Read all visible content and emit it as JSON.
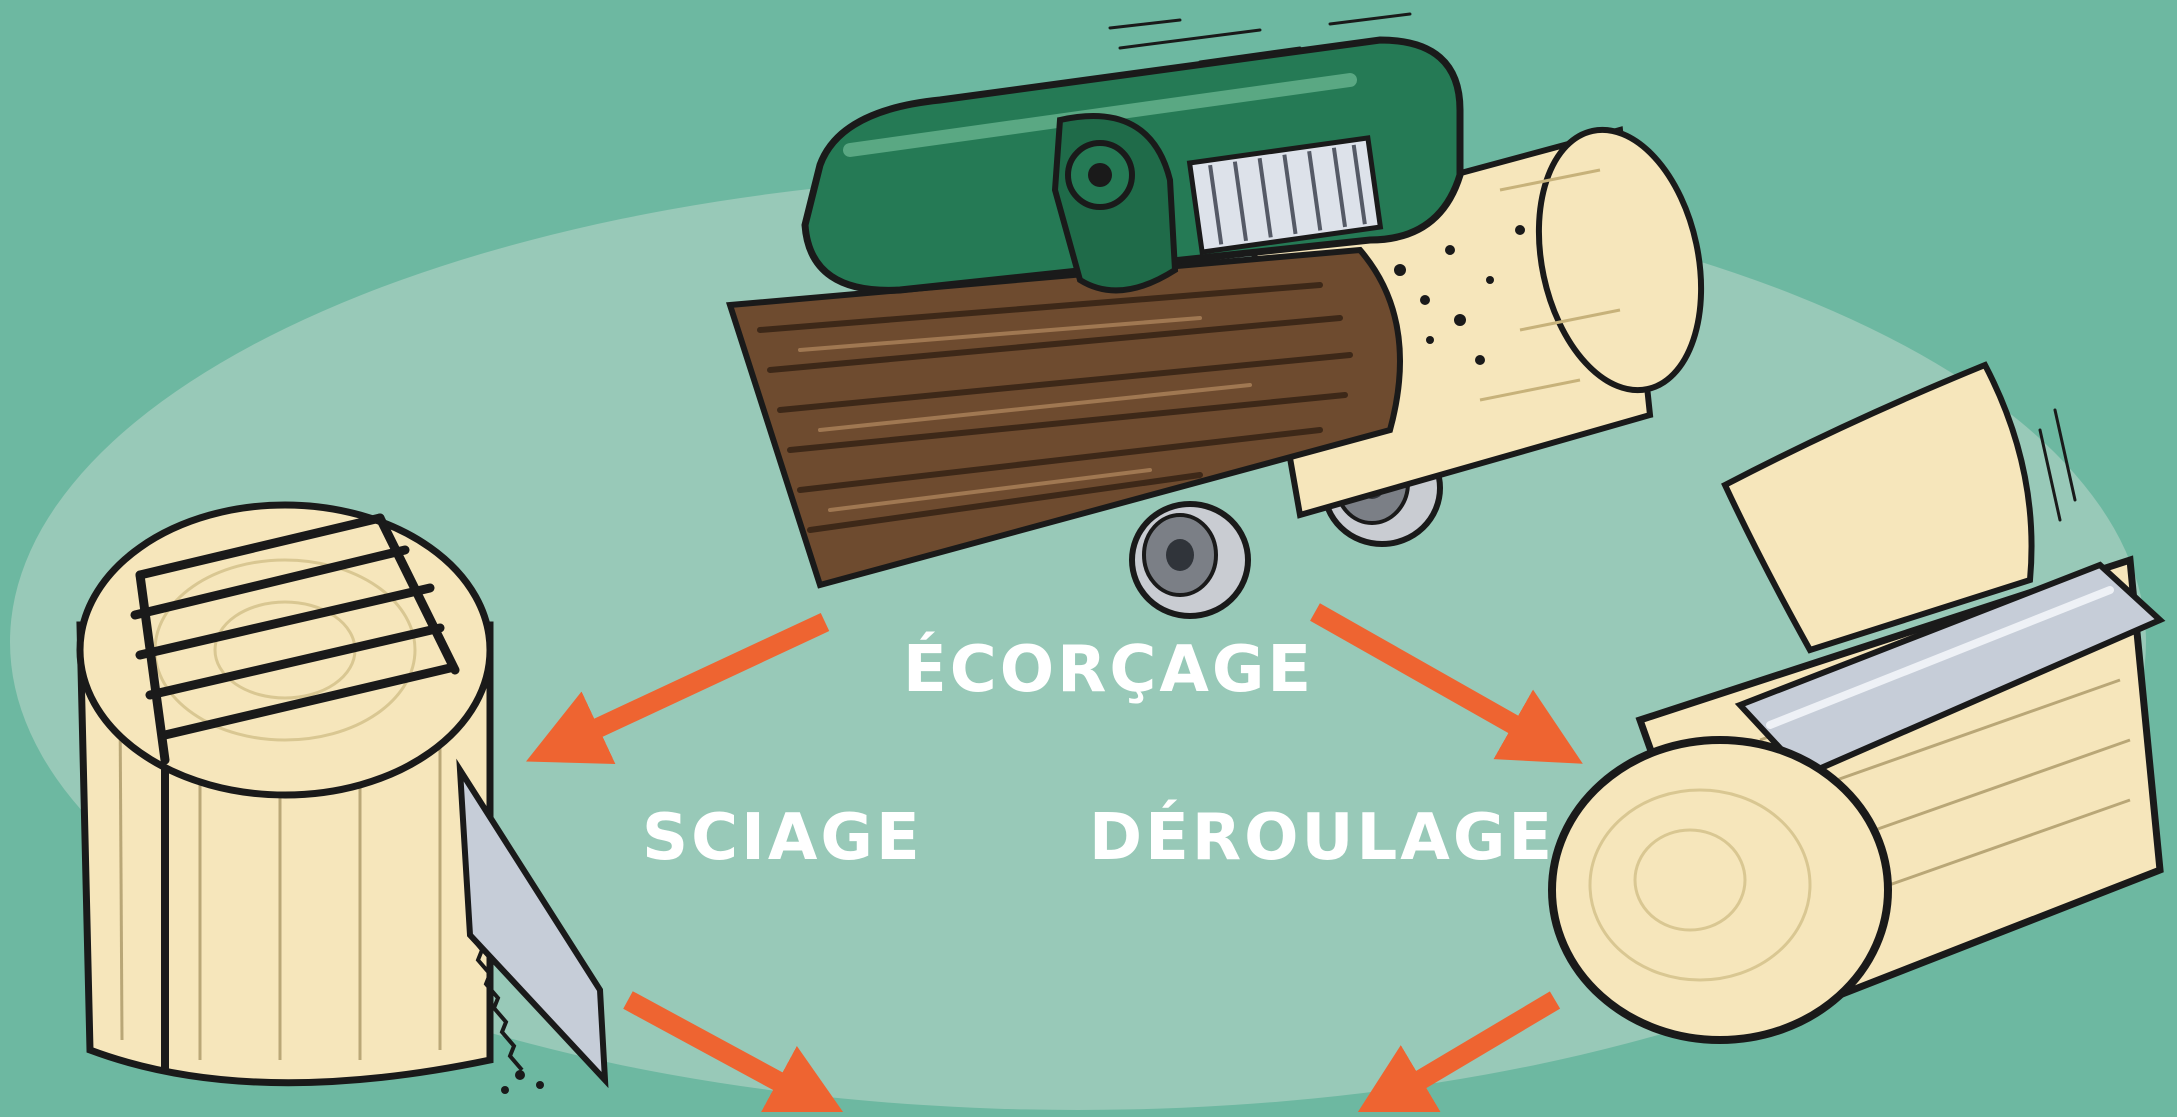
{
  "colors": {
    "background": "#6db8a1",
    "ellipse": "#98c9b8",
    "arrow": "#ee6431",
    "ink": "#1a1a1a",
    "wood_light": "#f6e6bb",
    "bark": "#6e4b2f",
    "machine": "#257a55",
    "steel": "#c6cdd8",
    "label": "#ffffff"
  },
  "labels": {
    "debarking": "ÉCORÇAGE",
    "sawing": "SCIAGE",
    "peeling": "DÉROULAGE"
  },
  "illustrations": {
    "debarking": "debarking-machine-on-log",
    "sawing": "log-section-with-saw",
    "peeling": "log-with-peeling-blade"
  }
}
